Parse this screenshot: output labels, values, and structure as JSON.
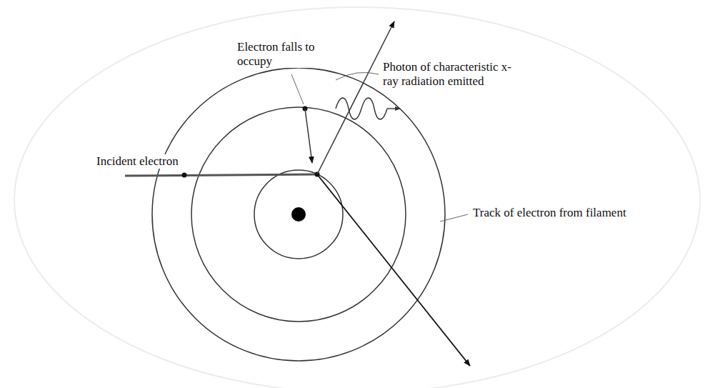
{
  "diagram": {
    "labels": [
      "Electron falls to occupy",
      "Photon of characteristic x-ray radiation emitted",
      "Incident electron",
      "Track of electron from filament"
    ]
  }
}
